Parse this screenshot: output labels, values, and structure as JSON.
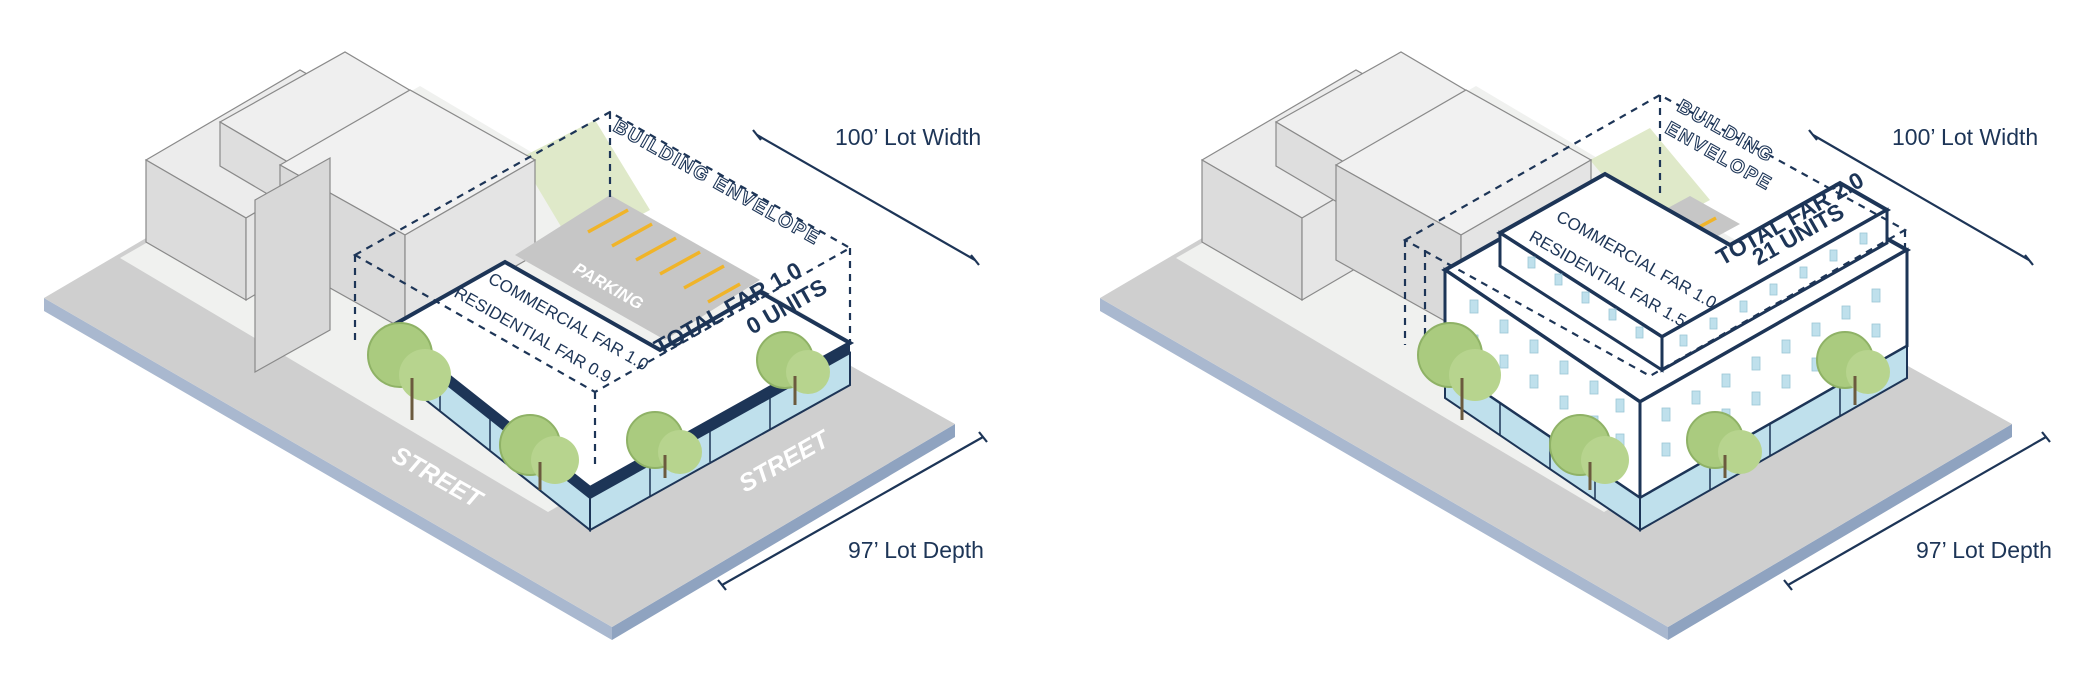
{
  "panels": [
    {
      "id": "left",
      "envelope_label": "BUILDING ENVELOPE",
      "parking_label": "PARKING",
      "far_lines": [
        "COMMERCIAL FAR 1.0",
        "RESIDENTIAL FAR 0.9"
      ],
      "total_far": "TOTAL FAR 1.0",
      "units": "0 UNITS",
      "lot_width": "100’ Lot Width",
      "lot_depth": "97’ Lot Depth",
      "street_labels": [
        "STREET",
        "STREET"
      ]
    },
    {
      "id": "right",
      "envelope_label_lines": [
        "BUILDING",
        "ENVELOPE"
      ],
      "far_lines": [
        "COMMERCIAL FAR 1.0",
        "RESIDENTIAL FAR 1.5"
      ],
      "total_far": "TOTAL FAR 2.0",
      "units": "21 UNITS",
      "lot_width": "100’ Lot Width",
      "lot_depth": "97’ Lot Depth"
    }
  ],
  "colors": {
    "navy": "#1d3557",
    "street": "#cfcfcf",
    "street_edge": "#a9b8cf",
    "sidewalk": "#f0f1ef",
    "neighbor_building": "#e3e3e3",
    "glass": "#bfe0ec",
    "tree": "#aacb7f",
    "lawn": "#dfe9c9",
    "parking_stripe": "#f0b429"
  }
}
